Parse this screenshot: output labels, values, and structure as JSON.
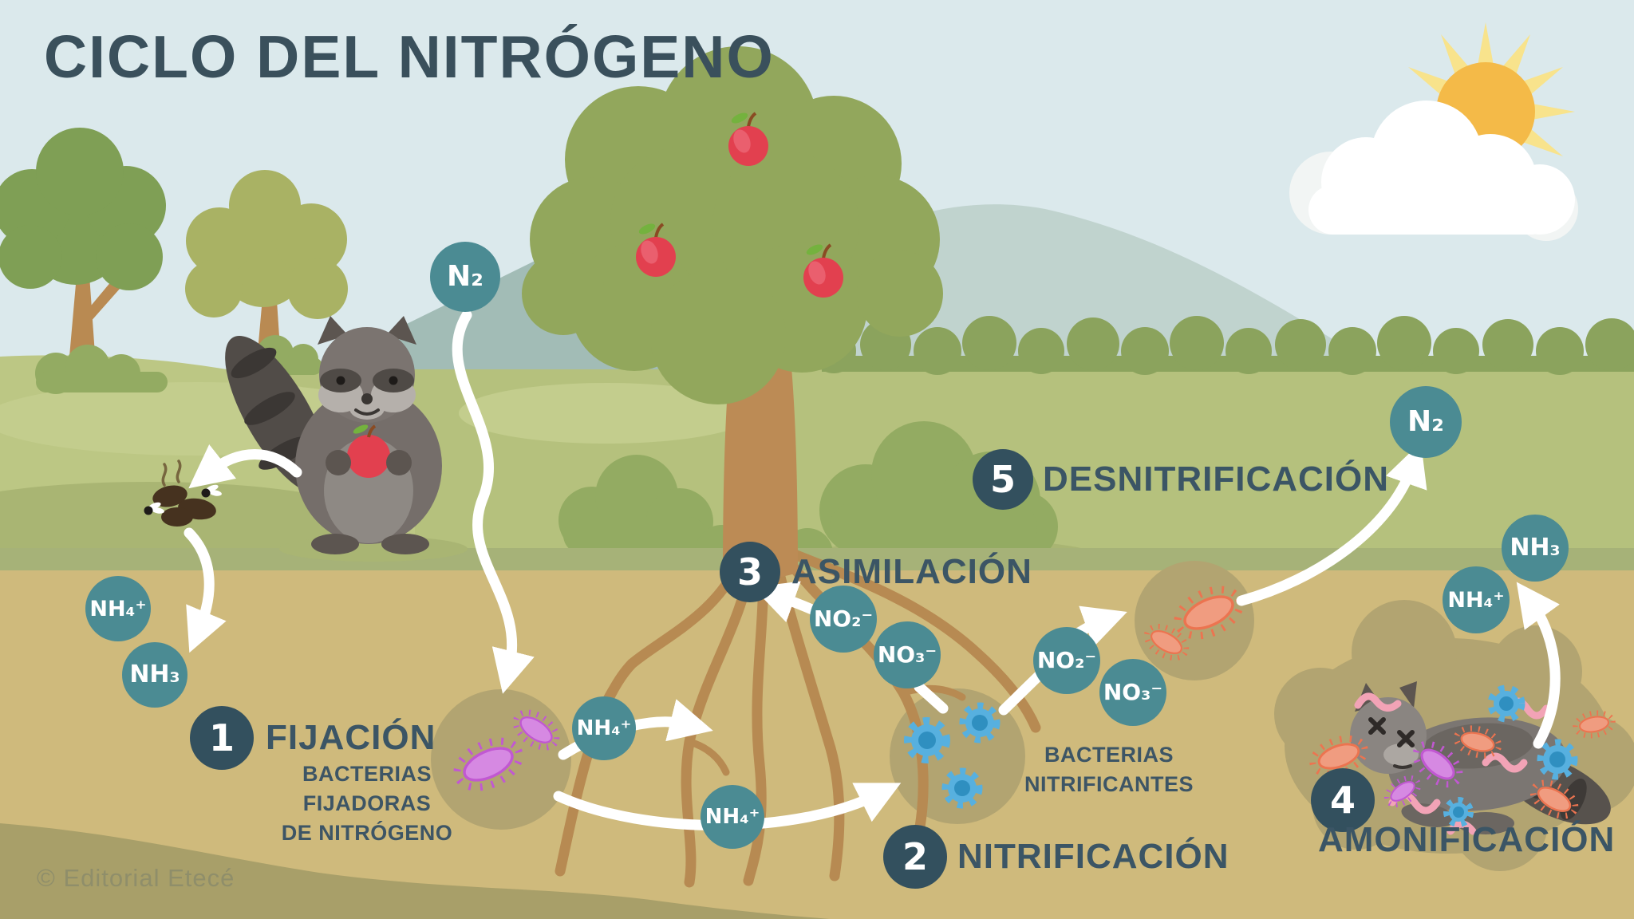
{
  "title": "CICLO DEL NITRÓGENO",
  "copyright": "© Editorial Etecé",
  "steps": [
    {
      "number": "1",
      "label": "FIJACIÓN",
      "sublabel": "BACTERIAS\nFIJADORAS\nDE NITRÓGENO"
    },
    {
      "number": "2",
      "label": "NITRIFICACIÓN",
      "sublabel": "BACTERIAS\nNITRIFICANTES"
    },
    {
      "number": "3",
      "label": "ASIMILACIÓN",
      "sublabel": ""
    },
    {
      "number": "4",
      "label": "AMONIFICACIÓN",
      "sublabel": ""
    },
    {
      "number": "5",
      "label": "DESNITRIFICACIÓN",
      "sublabel": ""
    }
  ],
  "molecules": {
    "n2_sky": "N₂",
    "nh4_left": "NH₄⁺",
    "nh3_left": "NH₃",
    "nh4_mid_up": "NH₄⁺",
    "nh4_mid_low": "NH₄⁺",
    "no2_asim": "NO₂⁻",
    "no3_asim": "NO₃⁻",
    "no2_deni": "NO₂⁻",
    "no3_deni": "NO₃⁻",
    "n2_right": "N₂",
    "nh3_right": "NH₃",
    "nh4_right": "NH₄⁺"
  },
  "colors": {
    "sky": "#dbe9ec",
    "grass": "#b5c17d",
    "soil": "#cfba7c",
    "soil_dark": "#a89f69",
    "mound": "#b2a471",
    "teal_chip": "#4b8b93",
    "slate": "#33505e",
    "text": "#3b5565",
    "sun": "#f4ba48",
    "apple_red": "#e2404f",
    "bacteria_magenta": "#d689e2",
    "bacteria_blue": "#57b0df",
    "bacteria_orange": "#f09c80",
    "worm_pink": "#f2a3b6"
  }
}
